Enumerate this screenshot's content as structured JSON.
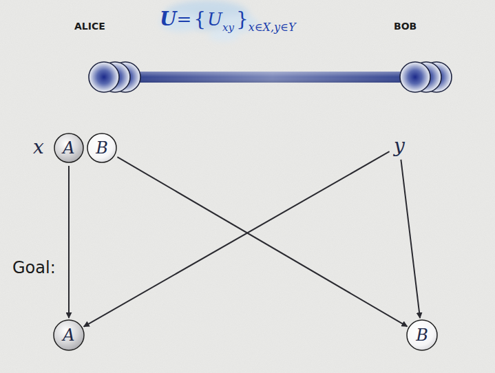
{
  "diagram": {
    "nodes": [
      {
        "text": [
          "A"
        ]
      },
      {
        "text": [
          "B"
        ]
      },
      {
        "text": [
          "y"
        ]
      },
      {
        "text": [
          "A"
        ]
      },
      {
        "text": [
          "B"
        ]
      }
    ],
    "edges": [
      {
        "from": 0,
        "to": 3,
        "arrow": "to"
      },
      {
        "from": 1,
        "to": 4,
        "arrow": "to"
      },
      {
        "from": 2,
        "to": 3,
        "arrow": "to"
      },
      {
        "from": 2,
        "to": 4,
        "arrow": "to"
      }
    ],
    "labels": [
      "ALICE",
      "BOB",
      "U",
      "=",
      "{",
      "U",
      "xy",
      "}",
      "x∈X,y∈Y",
      "x",
      "Goal:"
    ]
  }
}
